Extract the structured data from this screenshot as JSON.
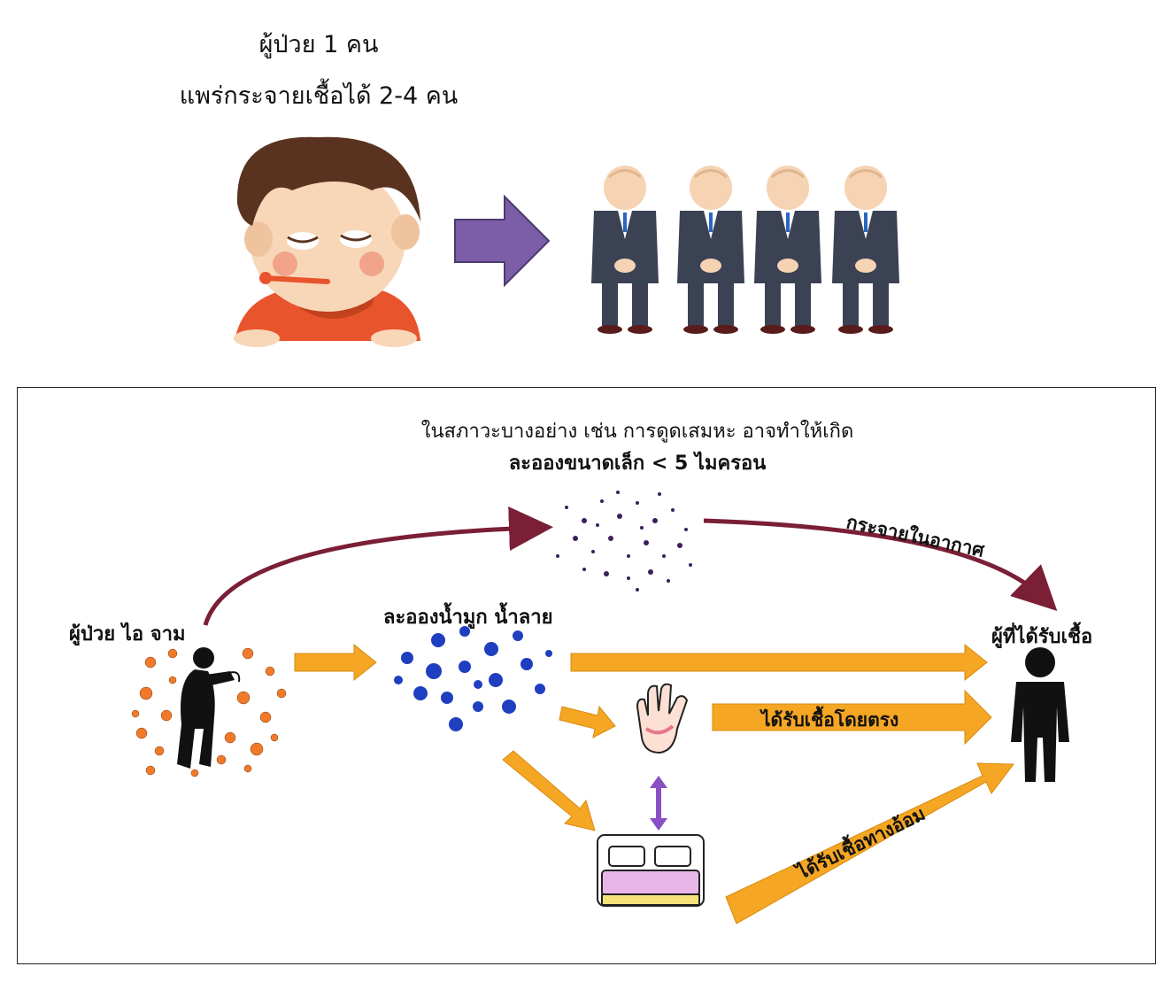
{
  "top": {
    "line1": "ผู้ป่วย  1 คน",
    "line2": "แพร่กระจายเชื้อได้ 2-4 คน"
  },
  "diagram": {
    "caption_line1": "ในสภาวะบางอย่าง เช่น การดูดเสมหะ อาจทำให้เกิด",
    "caption_line2": "ละอองขนาดเล็ก < 5 ไมครอน",
    "airborne_label": "กระจายในอากาศ",
    "patient_label": "ผู้ป่วย ไอ จาม",
    "droplet_label": "ละอองน้ำมูก น้ำลาย",
    "recipient_label": "ผู้ที่ได้รับเชื้อ",
    "direct_label": "ได้รับเชื้อโดยตรง",
    "indirect_label": "ได้รับเชื้อทางอ้อม"
  },
  "colors": {
    "orange_arrow": "#f5a623",
    "purple_arrow": "#7b5ea7",
    "maroon_arrow": "#7a1f35",
    "droplet_blue": "#1f3fc0",
    "droplet_orange": "#f07a2a",
    "aerosol_purple": "#3b1f5c"
  }
}
